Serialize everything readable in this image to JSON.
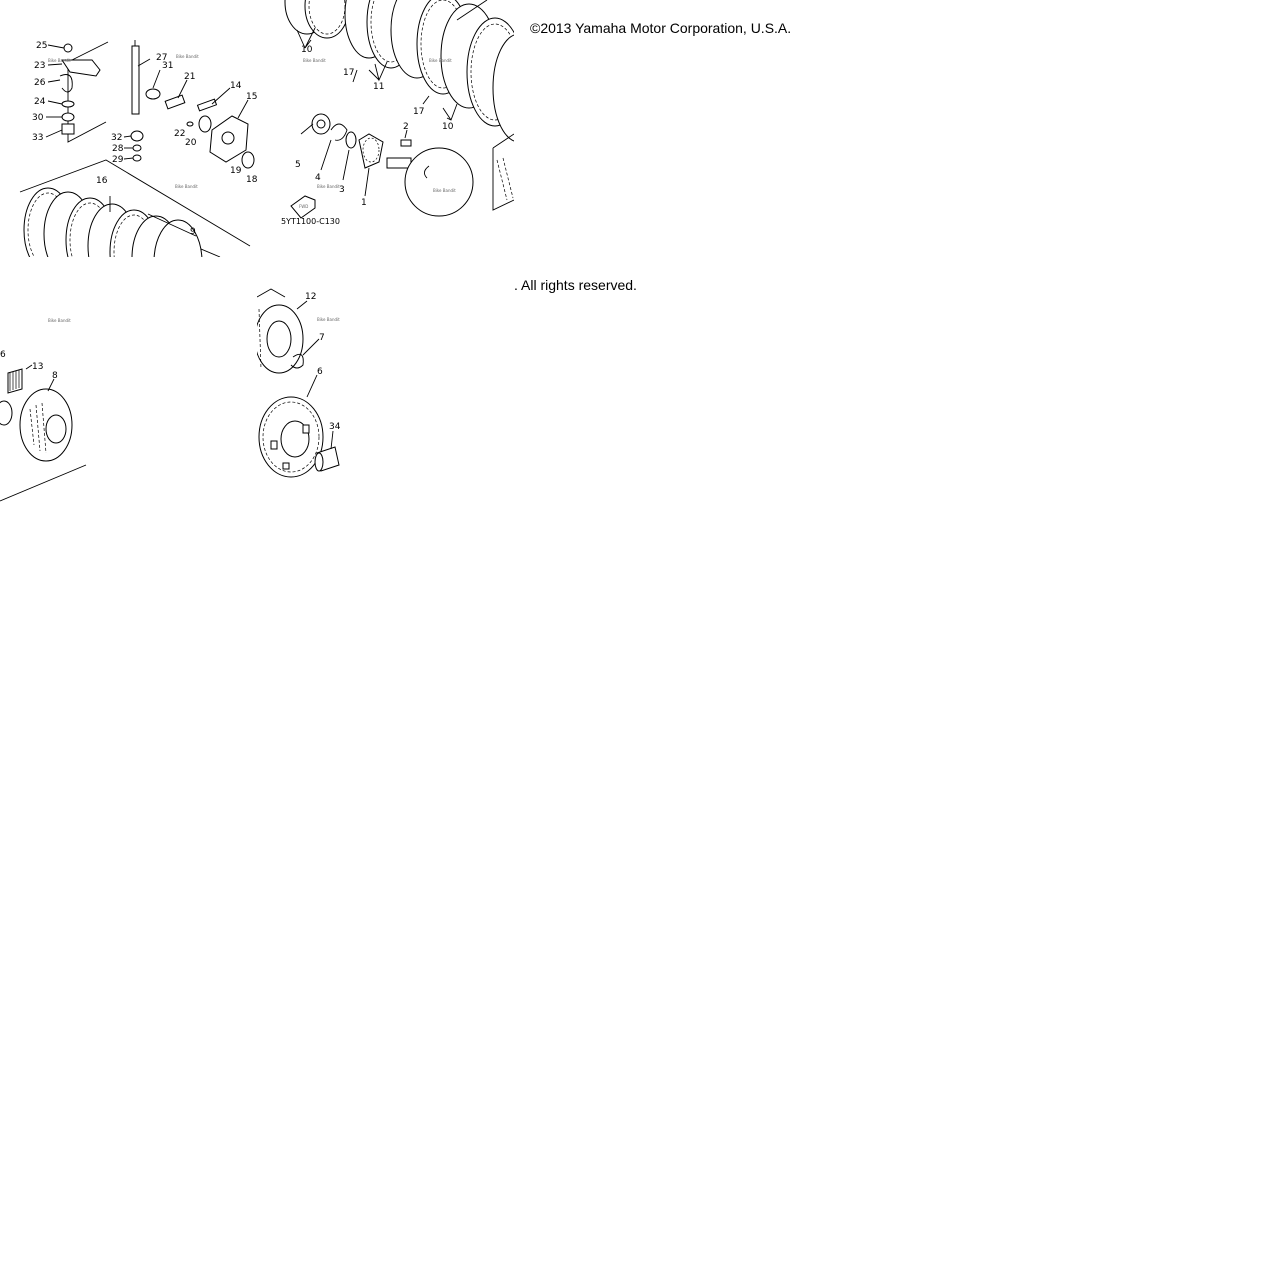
{
  "copyright_text": "©2013 Yamaha Motor Corporation, U.S.A.",
  "rights_text": ". All rights reserved.",
  "diagram_code": "5YT1100-C130",
  "watermark": "Bike Bandit",
  "callouts": {
    "c1": "1",
    "c2": "2",
    "c3": "3",
    "c4": "4",
    "c5": "5",
    "c6": "6",
    "c7": "7",
    "c8": "8",
    "c9": "9",
    "c10": "10",
    "c11": "11",
    "c12": "12",
    "c13": "13",
    "c14": "14",
    "c15": "15",
    "c16": "16",
    "c17": "17",
    "c18": "18",
    "c19": "19",
    "c20": "20",
    "c21": "21",
    "c22": "22",
    "c23": "23",
    "c24": "24",
    "c25": "25",
    "c26": "26",
    "c27": "27",
    "c28": "28",
    "c29": "29",
    "c30": "30",
    "c31": "31",
    "c32": "32",
    "c33": "33",
    "c34": "34"
  }
}
